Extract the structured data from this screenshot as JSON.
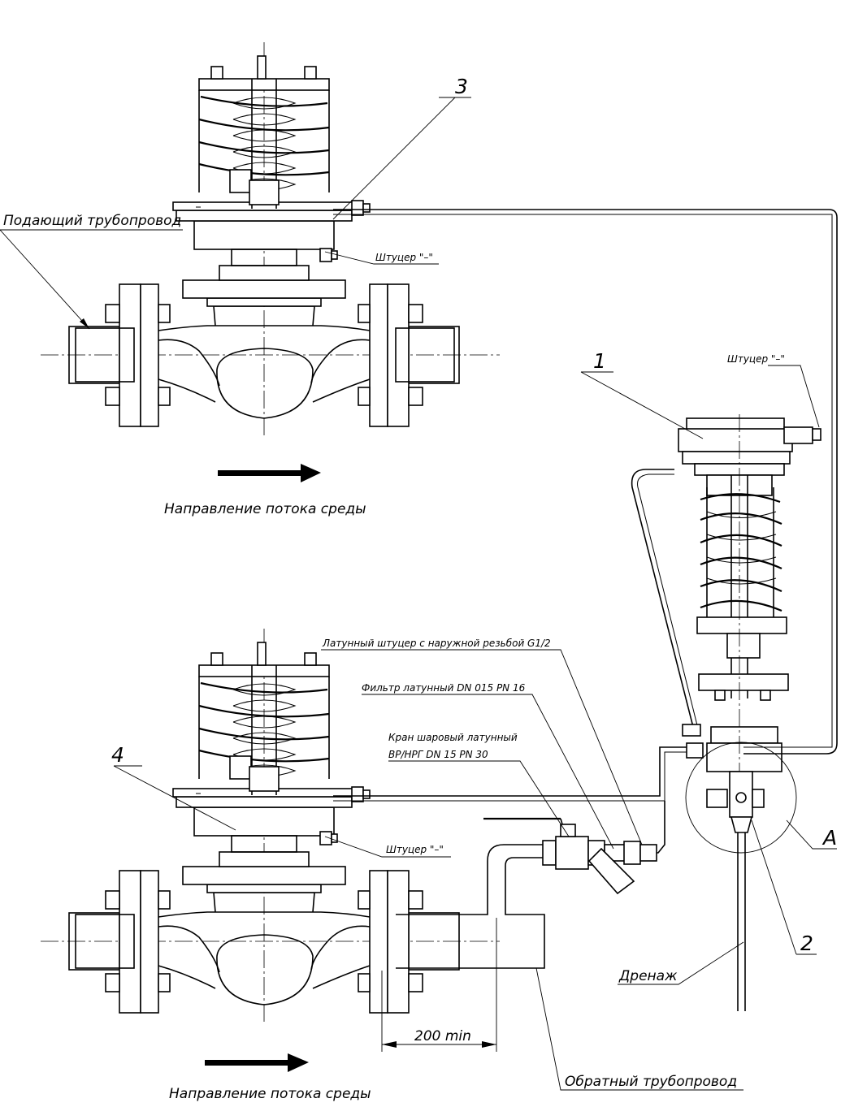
{
  "labels": {
    "supply_pipe": "Подающий трубопровод",
    "return_pipe": "Обратный трубопровод",
    "flow_dir_top": "Направление потока среды",
    "flow_dir_bottom": "Направление потока среды",
    "fitting_top": "Штуцер \"–\"",
    "fitting_right": "Штуцер \"–\"",
    "fitting_bottom": "Штуцер \"–\"",
    "brass_fitting": "Латунный штуцер с наружной резьбой G1/2",
    "brass_filter": "Фильтр латунный DN 015 PN 16",
    "ball_valve_line1": "Кран шаровый латунный",
    "ball_valve_line2": "ВР/НРГ DN 15 PN 30",
    "drain": "Дренаж",
    "min_distance": "200 min",
    "item1": "1",
    "item2": "2",
    "item3": "3",
    "item4": "4",
    "detail_a": "A"
  }
}
